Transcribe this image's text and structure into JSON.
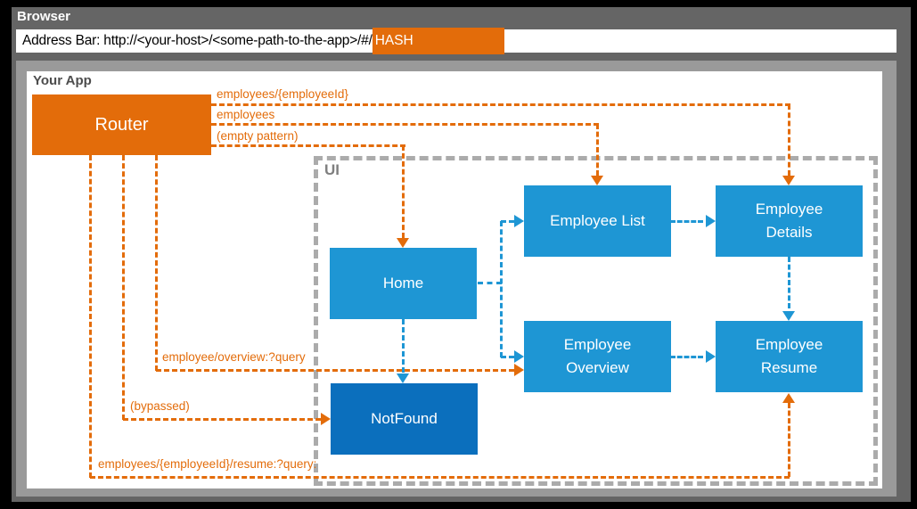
{
  "browser": {
    "title": "Browser",
    "address_bar": {
      "text": "Address Bar: http://<your-host>/<some-path-to-the-app>/#/",
      "hash_segment": "HASH"
    }
  },
  "app": {
    "title": "Your App",
    "router_label": "Router",
    "ui_label": "UI",
    "components": {
      "home": "Home",
      "employee_list": "Employee List",
      "employee_details": "Employee Details",
      "employee_overview": "Employee Overview",
      "employee_resume": "Employee Resume",
      "not_found": "NotFound"
    },
    "routes": [
      {
        "label": "employees/{employeeId}",
        "target": "Employee Details"
      },
      {
        "label": "employees",
        "target": "Employee List"
      },
      {
        "label": "(empty pattern)",
        "target": "Home"
      },
      {
        "label": "employee/overview:?query",
        "target": "Employee Overview"
      },
      {
        "label": "(bypassed)",
        "target": "NotFound"
      },
      {
        "label": "employees/{employeeId}/resume:?query:",
        "target": "Employee Resume"
      }
    ],
    "ui_flows": [
      {
        "from": "Home",
        "to": "Employee List"
      },
      {
        "from": "Home",
        "to": "Employee Overview"
      },
      {
        "from": "Home",
        "to": "NotFound"
      },
      {
        "from": "Employee List",
        "to": "Employee Details"
      },
      {
        "from": "Employee Details",
        "to": "Employee Resume"
      },
      {
        "from": "Employee Overview",
        "to": "Employee Resume"
      }
    ]
  },
  "colors": {
    "route_orange": "#E36C0A",
    "component_blue": "#1E96D4",
    "notfound_blue": "#0B6FBD",
    "window_gray": "#656565",
    "frame_gray": "#9A9A9A",
    "ui_border_gray": "#ABABAB"
  }
}
